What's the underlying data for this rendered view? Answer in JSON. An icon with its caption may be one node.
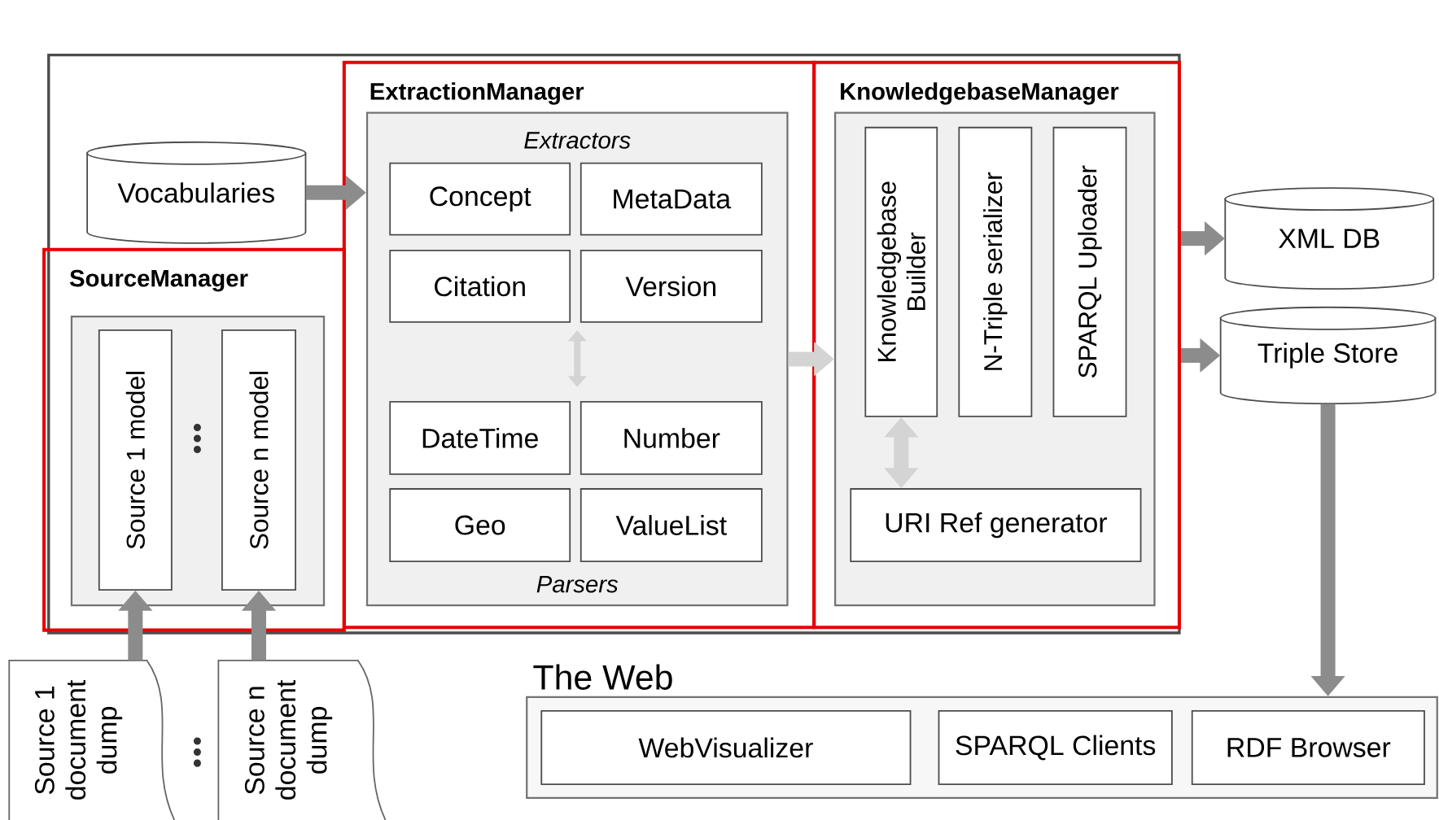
{
  "diagram": {
    "nodes": [
      {
        "text": [],
        "shape": "box"
      },
      {
        "text": [
          "Vocabularies"
        ],
        "in": 0
      },
      {
        "text": [
          "SourceManager"
        ],
        "in": 0
      },
      {
        "text": [],
        "shape": "box",
        "in": 2
      },
      {
        "text": [
          "Source 1 model"
        ],
        "in": 3
      },
      {
        "text": [
          "Source n model"
        ],
        "in": 3
      },
      {
        "text": [
          "ExtractionManager"
        ],
        "in": 0
      },
      {
        "text": [
          "Extractors",
          "Parsers"
        ],
        "in": 6
      },
      {
        "text": [
          "Concept"
        ],
        "in": 7
      },
      {
        "text": [
          "MetaData"
        ],
        "in": 7
      },
      {
        "text": [
          "Citation"
        ],
        "in": 7
      },
      {
        "text": [
          "Version"
        ],
        "in": 7
      },
      {
        "text": [
          "DateTime"
        ],
        "in": 7
      },
      {
        "text": [
          "Number"
        ],
        "in": 7
      },
      {
        "text": [
          "Geo"
        ],
        "in": 7
      },
      {
        "text": [
          "ValueList"
        ],
        "in": 7
      },
      {
        "text": [
          "KnowledgebaseManager"
        ],
        "in": 0
      },
      {
        "text": [],
        "shape": "box",
        "in": 16
      },
      {
        "text": [
          "Knowledgebase Builder"
        ],
        "in": 17
      },
      {
        "text": [
          "N-Triple serializer"
        ],
        "in": 17
      },
      {
        "text": [
          "SPARQL Uploader"
        ],
        "in": 17
      },
      {
        "text": [
          "URI Ref generator"
        ],
        "in": 17
      },
      {
        "text": [
          "XML DB"
        ]
      },
      {
        "text": [
          "Triple Store"
        ]
      },
      {
        "text": [
          "Source 1 document dump"
        ]
      },
      {
        "text": [
          "Source n document dump"
        ]
      },
      {
        "text": [
          "The Web"
        ]
      },
      {
        "text": [
          "WebVisualizer"
        ],
        "in": 26
      },
      {
        "text": [
          "SPARQL Clients"
        ],
        "in": 26
      },
      {
        "text": [
          "RDF Browser"
        ],
        "in": 26
      }
    ],
    "edges": [
      {
        "from": 1,
        "to": 7,
        "arrow": "to"
      },
      {
        "from": 7,
        "to": 17,
        "arrow": "to",
        "color": "#d4d4d4"
      },
      {
        "from": 18,
        "to": 21,
        "arrow": "both",
        "color": "#d4d4d4"
      },
      {
        "from": 16,
        "to": 22,
        "arrow": "to"
      },
      {
        "from": 16,
        "to": 23,
        "arrow": "to"
      },
      {
        "from": 23,
        "to": 26,
        "arrow": "to"
      },
      {
        "from": 24,
        "to": 4,
        "arrow": "to"
      },
      {
        "from": 25,
        "to": 5,
        "arrow": "to"
      }
    ]
  }
}
